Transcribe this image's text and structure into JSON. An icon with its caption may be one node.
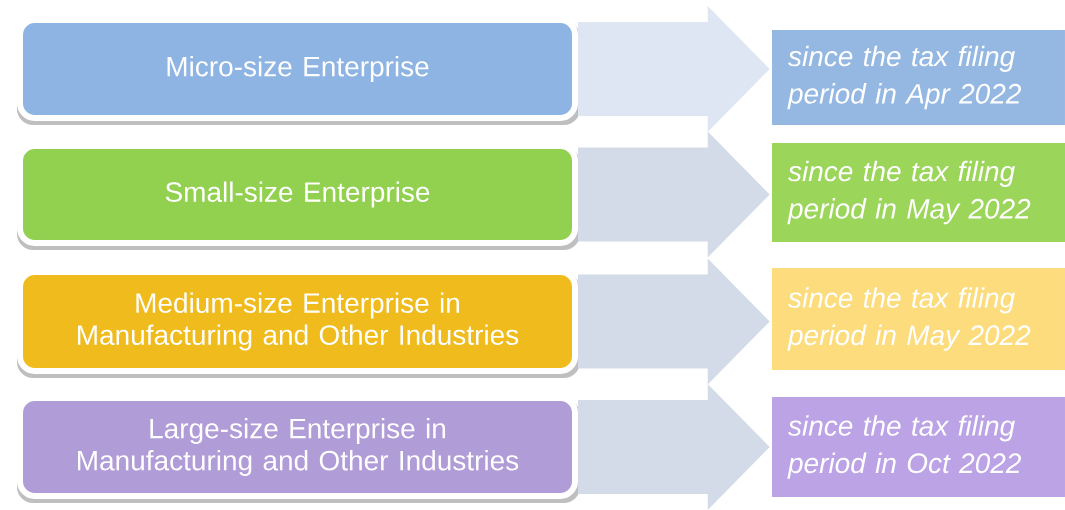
{
  "diagram": {
    "nodes": [
      {
        "text": [
          "Micro-size Enterprise"
        ]
      },
      {
        "text": [
          "Small-size Enterprise"
        ]
      },
      {
        "text": [
          "Medium-size Enterprise in Manufacturing and Other Industries"
        ]
      },
      {
        "text": [
          "Large-size Enterprise in Manufacturing and Other Industries"
        ]
      },
      {
        "text": [
          "since the tax filing period in Apr 2022"
        ]
      },
      {
        "text": [
          "since the tax filing period in May 2022"
        ]
      },
      {
        "text": [
          "since the tax filing period in May 2022"
        ]
      },
      {
        "text": [
          "since the tax filing period in Oct 2022"
        ]
      }
    ],
    "edges": [
      {
        "from": 0,
        "to": 4,
        "arrow": "to",
        "color": "#dde6f2"
      },
      {
        "from": 1,
        "to": 5,
        "arrow": "to"
      },
      {
        "from": 2,
        "to": 6,
        "arrow": "to"
      },
      {
        "from": 3,
        "to": 7,
        "arrow": "to"
      }
    ]
  }
}
